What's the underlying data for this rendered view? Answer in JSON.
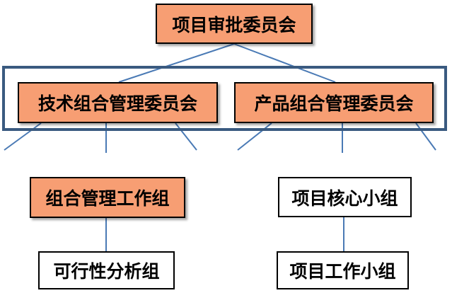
{
  "diagram": {
    "top_node": "项目审批委员会",
    "tech_committee": "技术组合管理委员会",
    "product_committee": "产品组合管理委员会",
    "portfolio_work_group": "组合管理工作组",
    "project_core_team": "项目核心小组",
    "feasibility_group": "可行性分析组",
    "project_work_team": "项目工作小组"
  },
  "colors": {
    "node_fill_orange": "#f79e73",
    "node_fill_white": "#ffffff",
    "line": "#4a7ab5",
    "frame_border": "#3a5a80"
  }
}
